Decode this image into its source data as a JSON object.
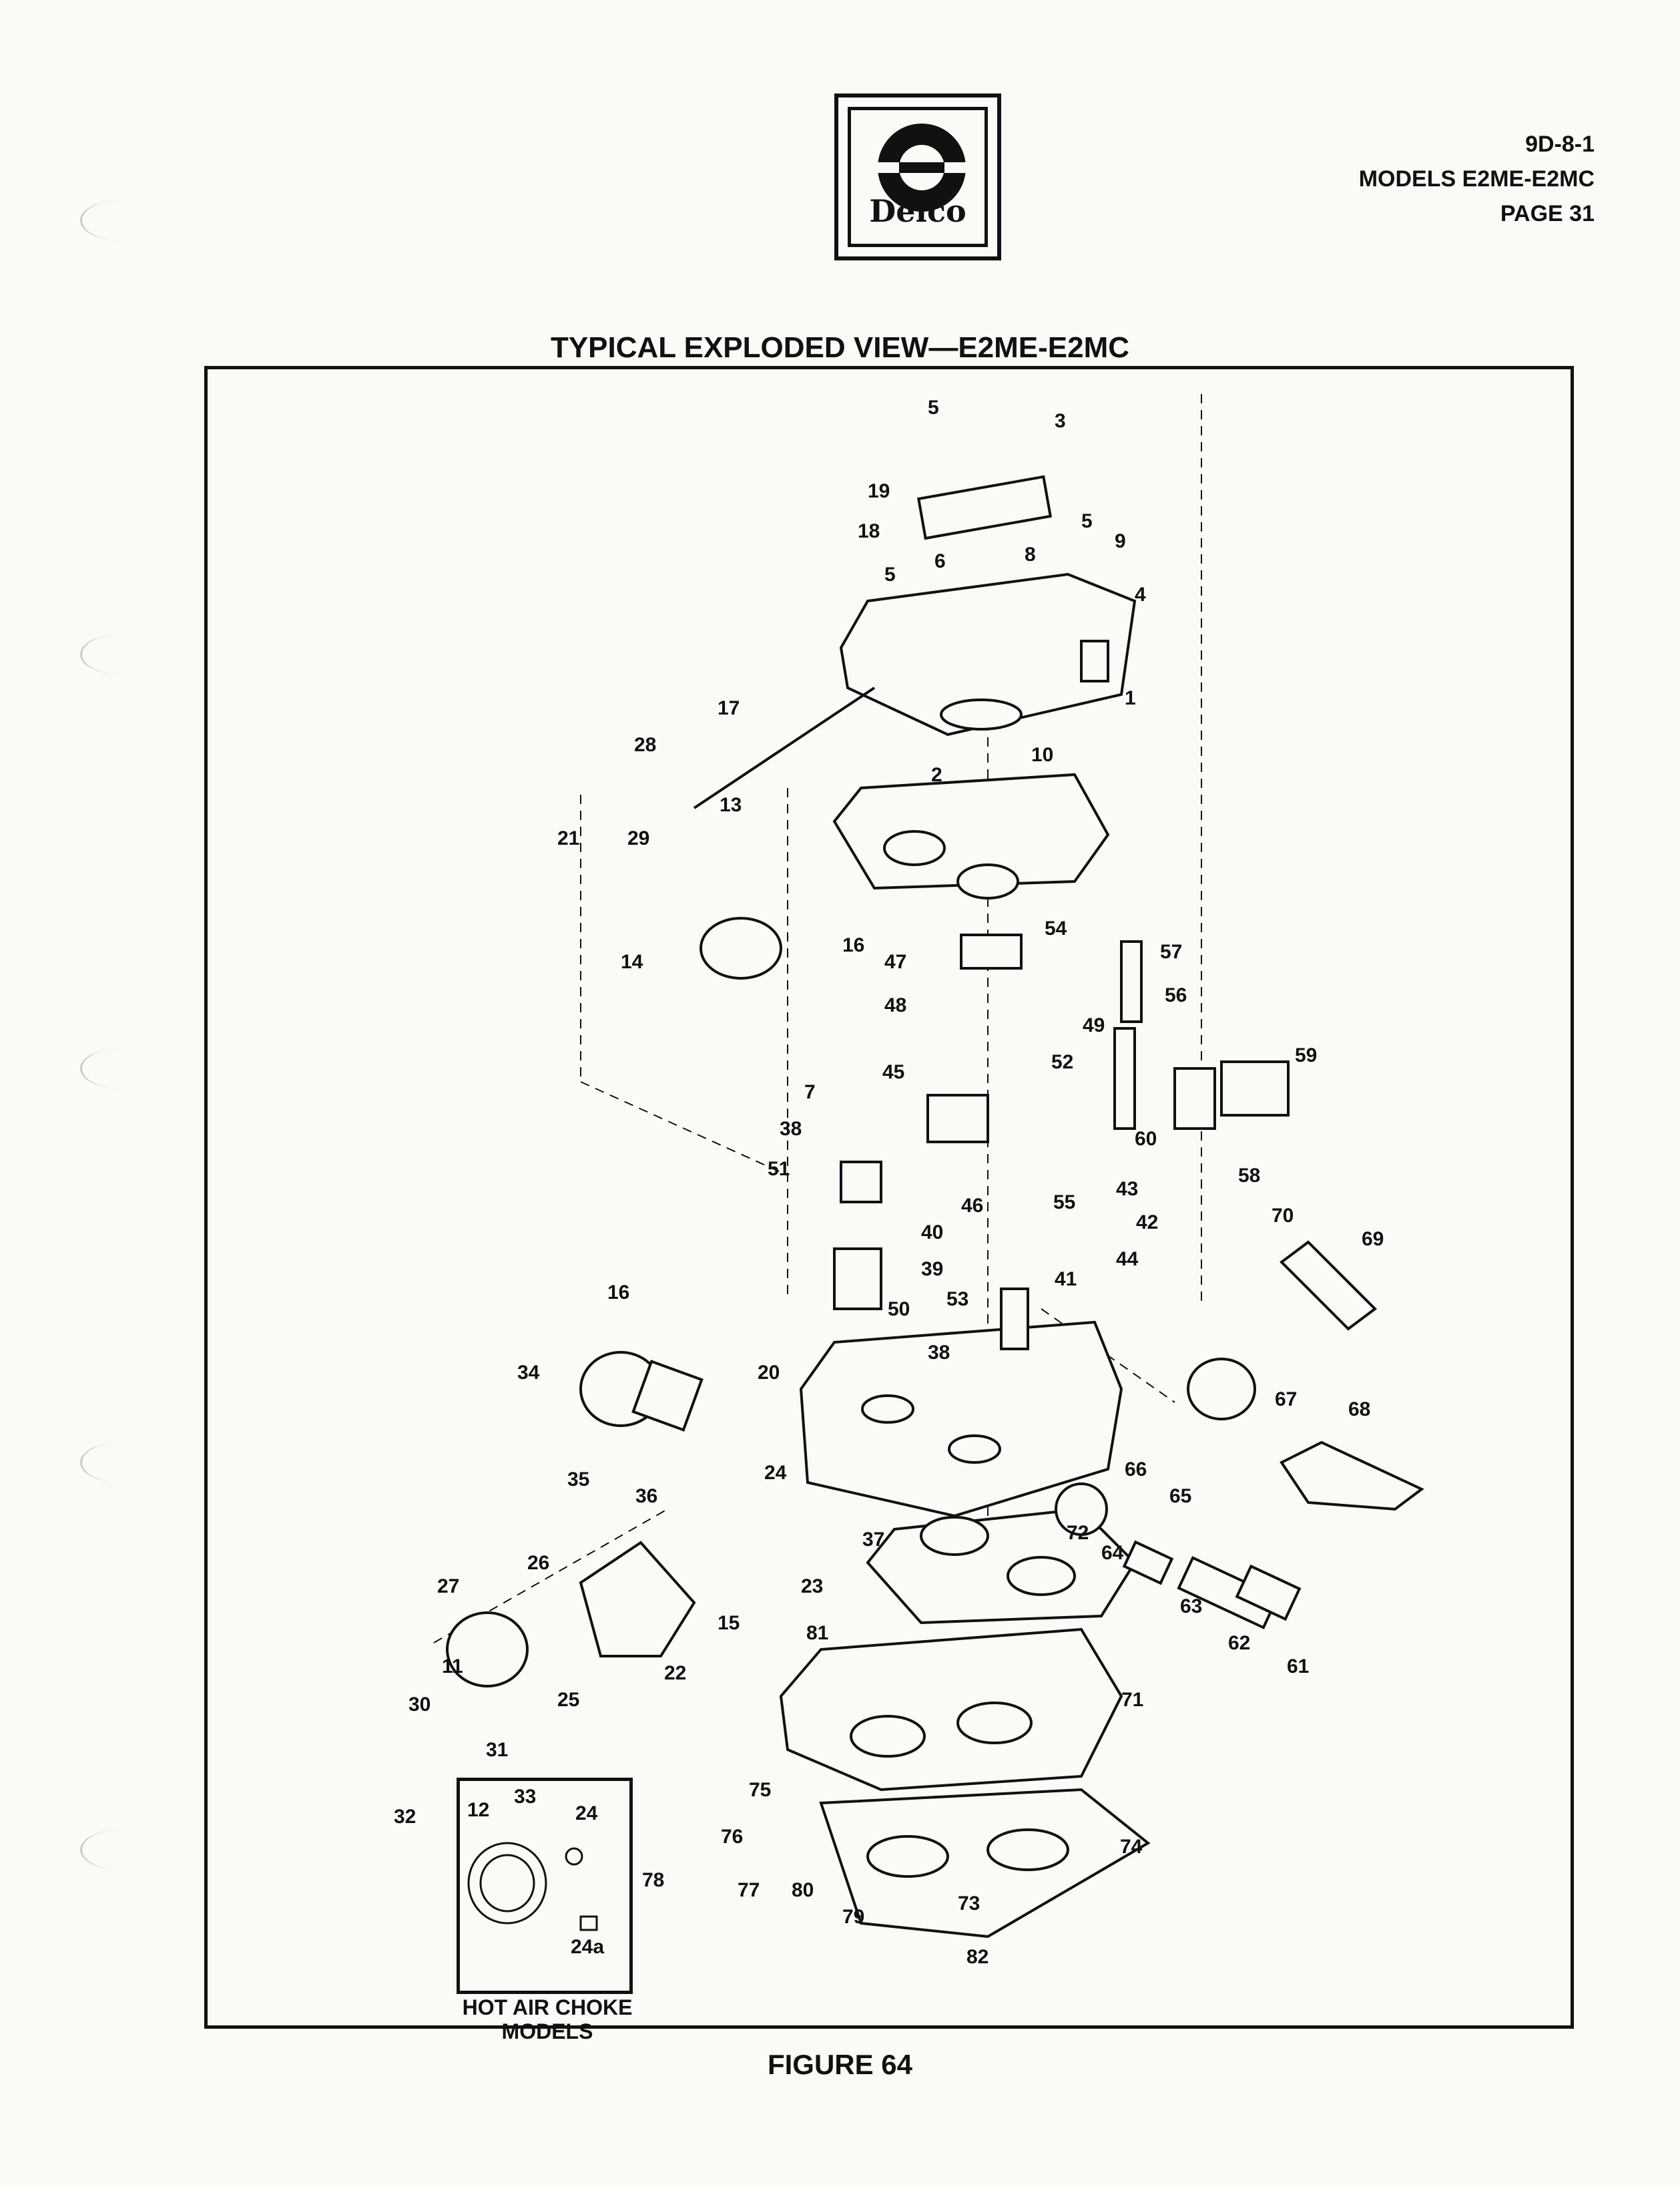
{
  "brand": {
    "logo_text": "Delco"
  },
  "header": {
    "section": "9D-8-1",
    "models": "MODELS E2ME-E2MC",
    "page": "PAGE 31"
  },
  "figure": {
    "title": "TYPICAL EXPLODED VIEW—E2ME-E2MC",
    "caption": "FIGURE 64",
    "inset_caption_line1": "HOT AIR CHOKE",
    "inset_caption_line2": "MODELS",
    "callouts": [
      "1",
      "2",
      "3",
      "4",
      "5",
      "5",
      "5",
      "6",
      "7",
      "8",
      "9",
      "10",
      "11",
      "12",
      "13",
      "14",
      "15",
      "16",
      "16",
      "17",
      "18",
      "19",
      "20",
      "21",
      "22",
      "23",
      "24",
      "24",
      "24a",
      "25",
      "26",
      "27",
      "28",
      "29",
      "30",
      "31",
      "32",
      "33",
      "34",
      "35",
      "36",
      "37",
      "38",
      "38",
      "39",
      "40",
      "41",
      "42",
      "43",
      "44",
      "45",
      "46",
      "47",
      "48",
      "49",
      "50",
      "51",
      "52",
      "53",
      "54",
      "55",
      "56",
      "57",
      "58",
      "59",
      "60",
      "61",
      "62",
      "63",
      "64",
      "65",
      "66",
      "67",
      "68",
      "69",
      "70",
      "71",
      "72",
      "73",
      "74",
      "75",
      "76",
      "77",
      "78",
      "79",
      "80",
      "81",
      "82"
    ]
  }
}
